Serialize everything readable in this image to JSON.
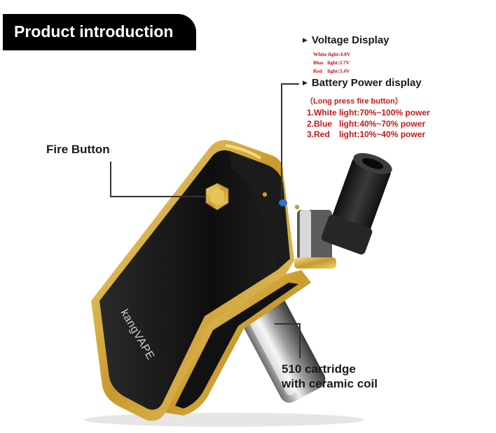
{
  "banner": {
    "title": "Product introduction"
  },
  "voltage": {
    "heading": "Voltage Display",
    "items": [
      "White light:4.0V",
      "Blue   light:3.7V",
      "Red    light:3.4V"
    ]
  },
  "battery": {
    "heading": "Battery Power display",
    "note": "（Long press fire button）",
    "items": [
      "1.White light:70%~100% power",
      "2.Blue   light:40%~70% power",
      "3.Red    light:10%~40% power"
    ]
  },
  "fire": {
    "label": "Fire Button"
  },
  "cartridge": {
    "line1": "510 cartridge",
    "line2": "with ceramic coil"
  },
  "brand": {
    "logo": "kangVAPE"
  },
  "colors": {
    "gold": "#d9b441",
    "body": "#141414",
    "accent_red": "#c41818",
    "led": "#2f6fd6"
  }
}
